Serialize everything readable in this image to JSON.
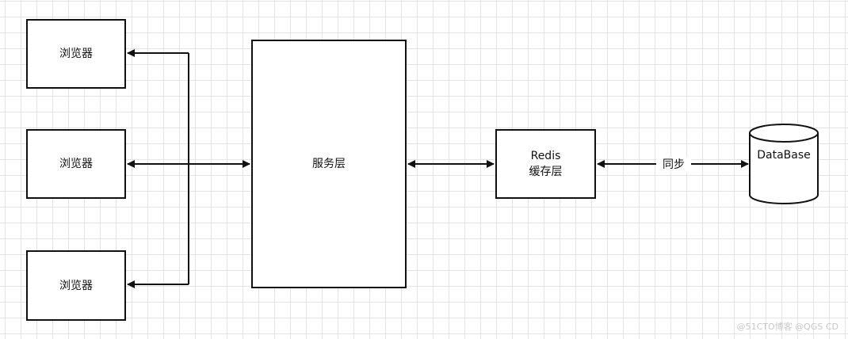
{
  "diagram": {
    "browsers": [
      {
        "label": "浏览器"
      },
      {
        "label": "浏览器"
      },
      {
        "label": "浏览器"
      }
    ],
    "service_layer": {
      "label": "服务层"
    },
    "redis": {
      "line1": "Redis",
      "line2": "缓存层"
    },
    "database": {
      "label": "DataBase"
    },
    "sync_label": "同步"
  },
  "watermark": "@51CTO博客 @QGS CD"
}
